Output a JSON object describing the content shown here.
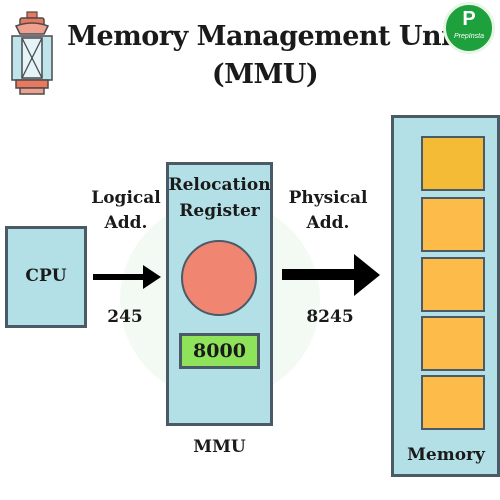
{
  "header": {
    "title_line1": "Memory Management Unit",
    "title_line2": "(MMU)",
    "logo_letter": "P",
    "logo_text": "PrepInsta",
    "lantern_icon": "lantern-icon"
  },
  "cpu": {
    "label": "CPU"
  },
  "logical": {
    "label_line1": "Logical",
    "label_line2": "Add.",
    "value": "245"
  },
  "mmu": {
    "register_line1": "Relocation",
    "register_line2": "Register",
    "register_value": "8000",
    "label": "MMU"
  },
  "physical": {
    "label_line1": "Physical",
    "label_line2": "Add.",
    "value": "8245"
  },
  "memory": {
    "label": "Memory",
    "cell_count": 5
  },
  "colors": {
    "box_fill": "#b3e0e6",
    "register_circle": "#f08572",
    "register_value_fill": "#8fe35a",
    "memory_cell": "#fdbc4a",
    "logo_green": "#1ea03c"
  }
}
